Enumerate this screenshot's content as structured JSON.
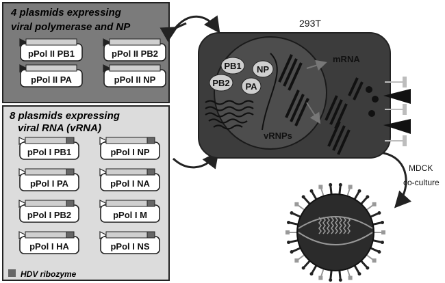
{
  "panels": {
    "polymerase": {
      "title_line1": "4 plasmids expressing",
      "title_line2": "viral polymerase and NP",
      "plasmids": [
        "pPol II PB1",
        "pPol II PB2",
        "pPol II PA",
        "pPol II NP"
      ]
    },
    "vrna": {
      "title_line1": "8 plasmids expressing",
      "title_line2": "viral RNA (vRNA)",
      "plasmids": [
        "pPol I PB1",
        "pPol I NP",
        "pPol I PA",
        "pPol I NA",
        "pPol I PB2",
        "pPol I M",
        "pPol I HA",
        "pPol I NS"
      ],
      "legend": "HDV ribozyme"
    }
  },
  "cell": {
    "label": "293T",
    "nucleus_proteins": [
      "PB1",
      "NP",
      "PB2",
      "PA"
    ],
    "vrnp_label": "vRNPs",
    "mrna_label": "mRNA"
  },
  "coculture": {
    "line1": "MDCK",
    "line2": "co-culture"
  },
  "colors": {
    "panel1_bg": "#7b7b7b",
    "panel2_bg": "#dcdcdc",
    "cell_bg": "#3c3c3c",
    "nucleus_bg": "#4d4d4d",
    "ribozyme": "#666666"
  }
}
